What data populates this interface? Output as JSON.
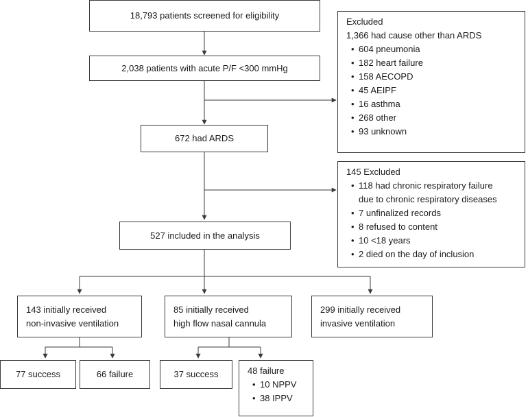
{
  "screened": "18,793 patients screened for eligibility",
  "acute": "2,038 patients with acute P/F <300 mmHg",
  "ards": "672 had ARDS",
  "excluded1": {
    "title": "Excluded",
    "subtitle": "1,366 had cause other than ARDS",
    "items": [
      "604 pneumonia",
      "182 heart failure",
      "158 AECOPD",
      "45 AEIPF",
      "16 asthma",
      "268 other",
      "93 unknown"
    ]
  },
  "excluded2": {
    "title": "145 Excluded",
    "items": [
      [
        "118 had chronic respiratory failure",
        "due to chronic respiratory diseases"
      ],
      [
        "7 unfinalized records"
      ],
      [
        "8 refused to content"
      ],
      [
        "10 <18 years"
      ],
      [
        "2 died on the day of inclusion"
      ]
    ]
  },
  "included": "527 included in the analysis",
  "groups": {
    "niv": [
      "143 initially received",
      "non-invasive ventilation"
    ],
    "hfnc": [
      "85 initially received",
      "high flow nasal cannula"
    ],
    "iv": [
      "299 initially received",
      "invasive ventilation"
    ]
  },
  "outcomes": {
    "niv_success": "77 success",
    "niv_failure": "66 failure",
    "hfnc_success": "37 success",
    "hfnc_failure": {
      "title": "48 failure",
      "items": [
        "10 NPPV",
        "38 IPPV"
      ]
    }
  },
  "colors": {
    "line": "#3a3a3a",
    "text": "#1a1a1a"
  }
}
